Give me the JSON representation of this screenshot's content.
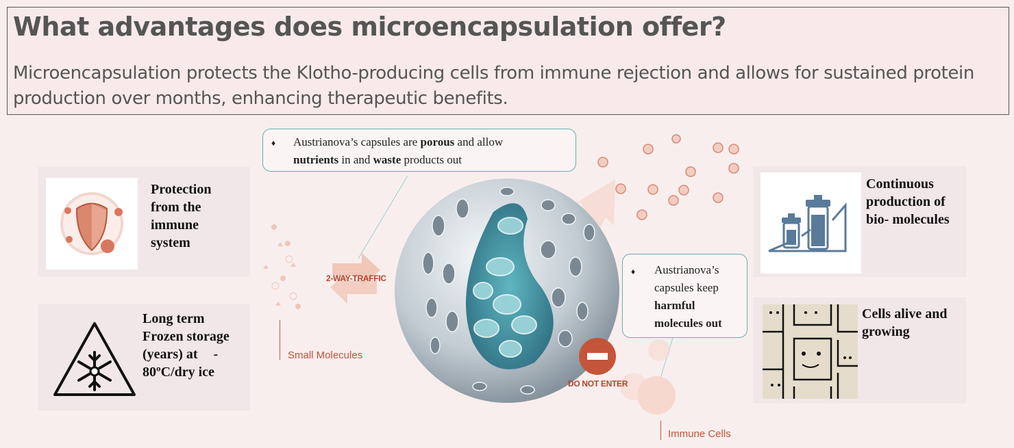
{
  "header": {
    "title": "What advantages does microencapsulation offer?",
    "subtitle": "Microencapsulation protects the Klotho-producing cells from immune rejection and allows for sustained protein production over months, enhancing therapeutic benefits."
  },
  "cards": {
    "protection": {
      "text": "Protection from the immune system",
      "icon": "shield-icon"
    },
    "storage": {
      "text_line1": "Long term Frozen storage (years) at",
      "text_dash": "-",
      "text_line2": "80ºC/dry ice",
      "icon": "snowflake-warning-icon"
    },
    "production": {
      "text": "Continuous production of bio- molecules",
      "icon": "bottles-icon"
    },
    "cells": {
      "text": "Cells alive and growing",
      "icon": "cell-faces-icon"
    }
  },
  "callouts": {
    "porous": {
      "bullet": "♦",
      "t1": "Austrianova’s capsules are ",
      "b1": "porous",
      "t2": " and allow ",
      "b2": "nutrients",
      "t3": " in and ",
      "b3": "waste",
      "t4": " products out"
    },
    "harmful": {
      "bullet": "♦",
      "t1": "Austrianova’s capsules keep ",
      "b1": "harmful molecules out"
    }
  },
  "diagram": {
    "two_way": "2-WAY-TRAFFIC",
    "small_molecules": "Small Molecules",
    "do_not_enter": "DO NOT ENTER",
    "immune_cells": "Immune Cells"
  },
  "colors": {
    "accent": "#c0553a",
    "teal": "#6aaeb0",
    "card_bg": "#f1e6e8",
    "icon_blue": "#5a7a9a"
  }
}
